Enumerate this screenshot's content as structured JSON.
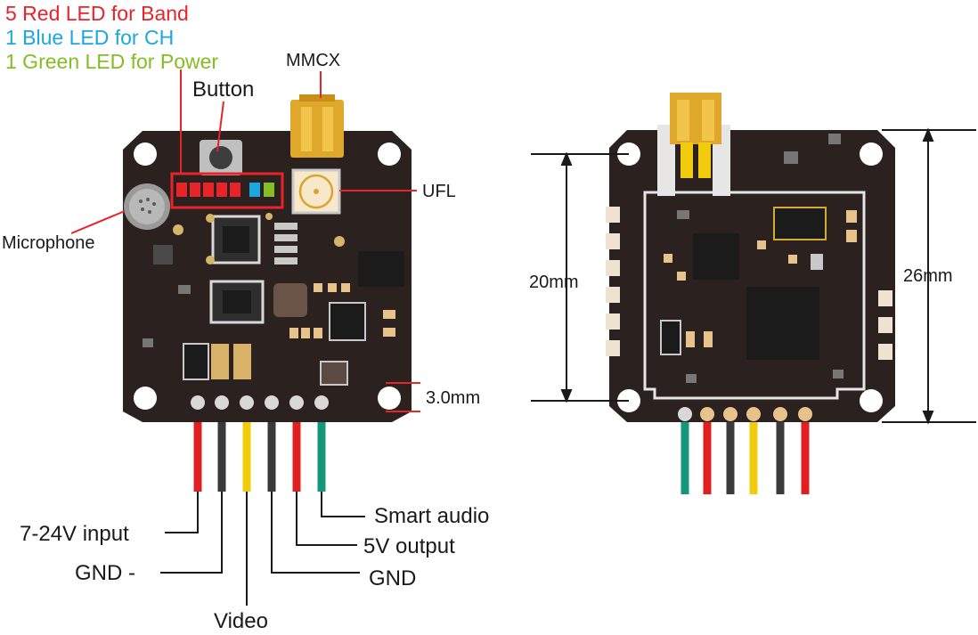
{
  "legend": {
    "red": "5 Red LED for Band",
    "blue": "1 Blue LED for CH",
    "green": "1 Green LED for Power"
  },
  "labels": {
    "mmcx": "MMCX",
    "button": "Button",
    "ufl": "UFL",
    "microphone": "Microphone",
    "hole": "3.0mm",
    "dim_inner": "20mm",
    "dim_outer": "26mm"
  },
  "wires": {
    "input": "7-24V input",
    "gnd_minus": "GND  -",
    "video": "Video",
    "gnd": "GND",
    "out5v": "5V output",
    "smart_audio": "Smart audio"
  },
  "colors": {
    "legend_red": "#e8232a",
    "legend_blue": "#1ba7e0",
    "legend_green": "#86bc25",
    "pcb": "#2b2220",
    "wire_red": "#e02020",
    "wire_black": "#3a3a3a",
    "wire_yellow": "#f2cc0c",
    "wire_green": "#14967a",
    "mmcx_gold": "#e0a82a"
  }
}
